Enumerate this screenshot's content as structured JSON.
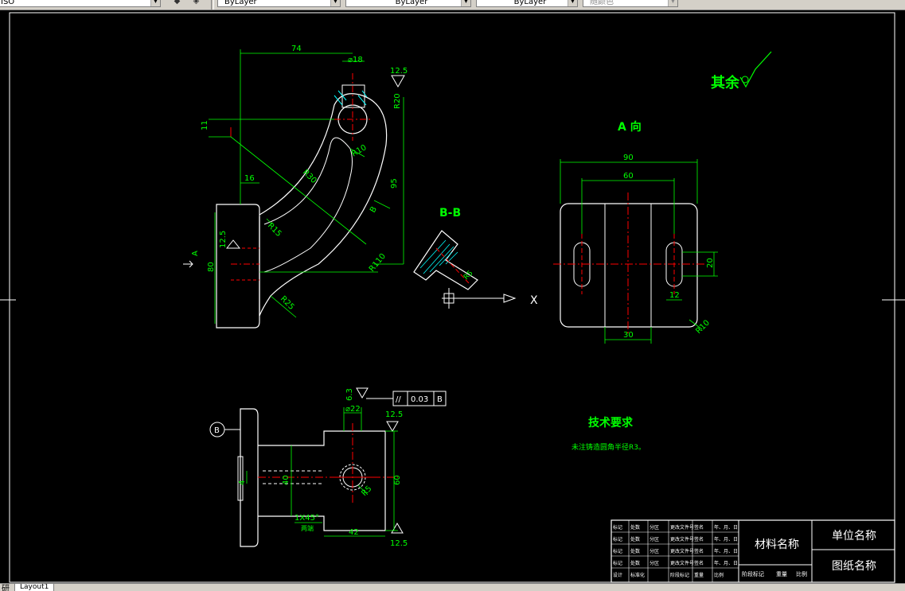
{
  "toolbar": {
    "left_field": "ISO",
    "color_combo": "ByLayer",
    "linetype_combo": "ByLayer",
    "lineweight_combo": "ByLayer",
    "plotstyle_combo": "随颜色"
  },
  "status": {
    "prefix": "研",
    "layout_tab": "Layout1"
  },
  "drawing": {
    "roughness_note": "其余",
    "view_a_label": "A 向",
    "section_bb_label": "B-B",
    "tech_req_title": "技术要求",
    "tech_req_body": "未注铸造圆角半径R3。",
    "dims_main": {
      "d74": "74",
      "d_phi18": "⌀18",
      "d_r12_5": "12.5",
      "d11": "11",
      "d_r30": "R30",
      "d_r10": "R10",
      "d16": "16",
      "d95": "95",
      "d_r15": "R15",
      "d_r110": "R110",
      "d_r25": "R25",
      "d80": "80",
      "d_a": "A",
      "d_b": "B",
      "d_12_5_left": "12.5",
      "d_r20": "R20"
    },
    "dims_a": {
      "d90": "90",
      "d60": "60",
      "d20": "20",
      "d12": "12",
      "d30": "30",
      "d_r10": "R10"
    },
    "dims_bottom": {
      "d6_3": "6.3",
      "tol_symbol": "//",
      "tol_value": "0.03",
      "tol_datum": "B",
      "d_phi22": "⌀22",
      "d12_5_top": "12.5",
      "d40": "40",
      "d60": "60",
      "d4": "4",
      "d_chamfer": "1X45°",
      "d_chamfer_note": "两端",
      "d42": "42",
      "d12_5_bottom": "12.5",
      "d_r5": "R5",
      "datum_b": "B"
    },
    "axis_x": "X",
    "title_block": {
      "material": "材料名称",
      "company": "单位名称",
      "drawing_name": "图纸名称",
      "rows": [
        [
          "标记",
          "处数",
          "分区",
          "更改文件号",
          "签名",
          "年、月、日"
        ],
        [
          "标记",
          "处数",
          "分区",
          "更改文件号",
          "签名",
          "年、月、日"
        ],
        [
          "标记",
          "处数",
          "分区",
          "更改文件号",
          "签名",
          "年、月、日"
        ],
        [
          "标记",
          "处数",
          "分区",
          "更改文件号",
          "签名",
          "年、月、日"
        ],
        [
          "设计",
          "标准化",
          "",
          "阶段标记",
          "重量",
          "比例"
        ]
      ],
      "bottom_labels": [
        "阶段标记",
        "重量",
        "比例"
      ]
    },
    "colors": {
      "green": "#00ff00",
      "white": "#ffffff",
      "red": "#ff0000",
      "cyan": "#00ffff"
    }
  }
}
